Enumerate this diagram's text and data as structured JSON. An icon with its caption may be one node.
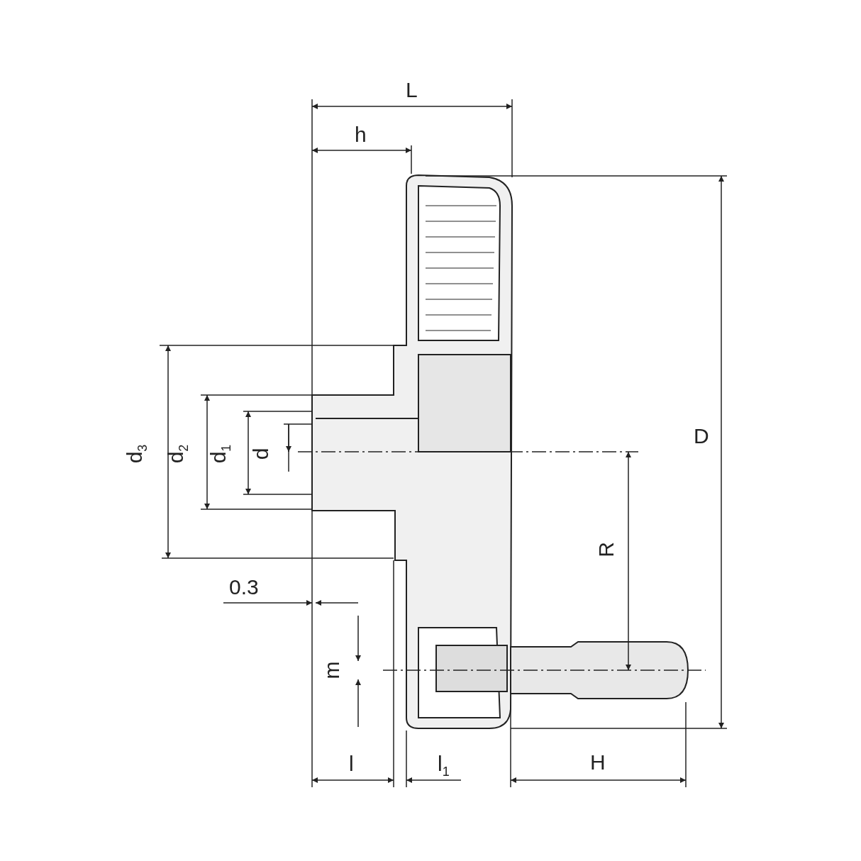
{
  "diagram": {
    "labels": [
      "L",
      "h",
      "D",
      "d$_{3}$",
      "d$_{2}$",
      "d$_{1}$",
      "d",
      "R",
      "0.3",
      "m",
      "l",
      "l$_{1}$",
      "H"
    ]
  }
}
